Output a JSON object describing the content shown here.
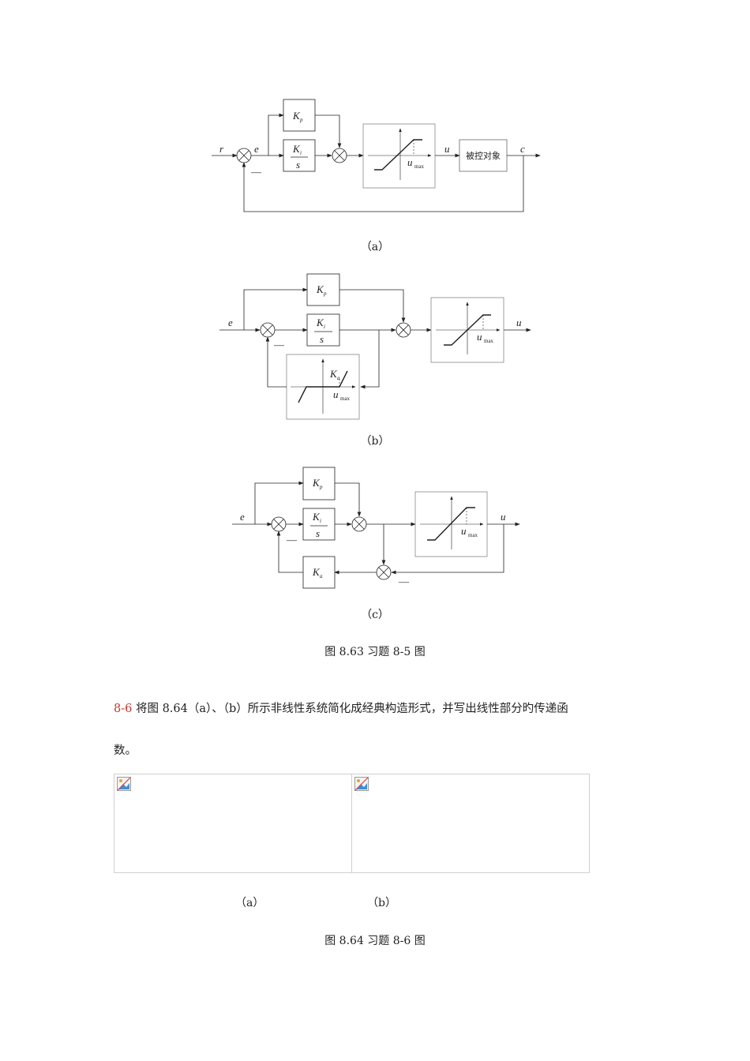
{
  "diagram_a": {
    "labels": {
      "r": "r",
      "e": "e",
      "minus": "—",
      "K": "K",
      "p": "p",
      "i": "i",
      "s": "s",
      "u": "u",
      "max": "max",
      "plant": "被控对象",
      "c": "c"
    },
    "caption": "（a）"
  },
  "diagram_b": {
    "labels": {
      "e": "e",
      "minus": "—",
      "K": "K",
      "p": "p",
      "i": "i",
      "s": "s",
      "a": "a",
      "u": "u",
      "max": "max"
    },
    "caption": "（b）"
  },
  "diagram_c": {
    "labels": {
      "e": "e",
      "minus": "—",
      "K": "K",
      "p": "p",
      "i": "i",
      "s": "s",
      "a": "a",
      "u": "u",
      "max": "max"
    },
    "caption": "（c）"
  },
  "figure_863_caption": "图 8.63 习题 8-5 图",
  "problem": {
    "number": "8-6",
    "text_line1": " 将图 8.64（a）、（b）所示非线性系统简化成经典构造形式，并写出线性部分旳传递函",
    "text_line2": "数。"
  },
  "figure_864": {
    "sub_a": "（a）",
    "sub_b": "（b）",
    "caption": "图 8.64 习题 8-6 图"
  },
  "icons": {
    "broken_image": "broken-image-icon"
  }
}
